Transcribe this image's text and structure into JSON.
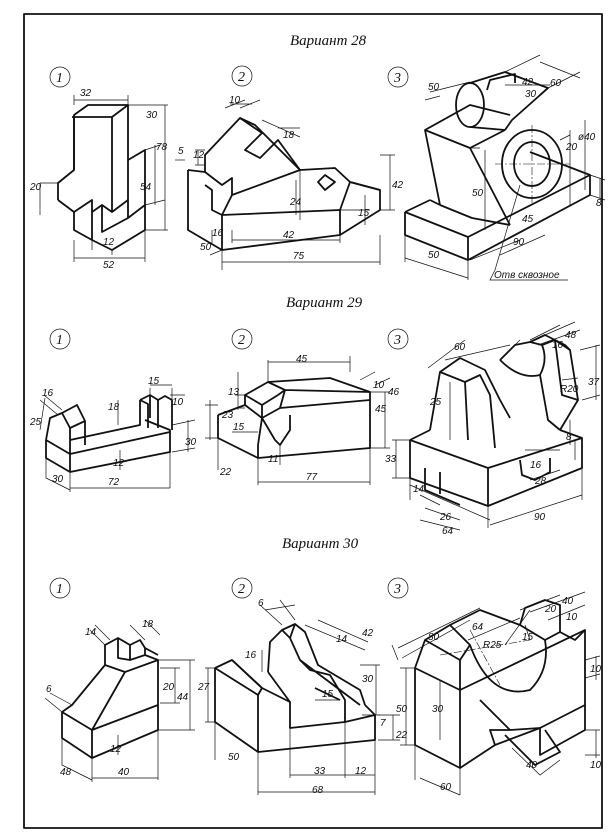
{
  "variants": [
    {
      "title": "Вариант 28",
      "parts": [
        {
          "num": "1",
          "dims": [
            "32",
            "30",
            "20",
            "54",
            "78",
            "12",
            "52"
          ]
        },
        {
          "num": "2",
          "dims": [
            "10",
            "18",
            "12",
            "5",
            "24",
            "42",
            "15",
            "16",
            "50",
            "42",
            "75"
          ]
        },
        {
          "num": "3",
          "dims": [
            "50",
            "42",
            "60",
            "30",
            "20",
            "ø40",
            "50",
            "45",
            "8",
            "90",
            "50"
          ],
          "note": "Отв сквозное"
        }
      ]
    },
    {
      "title": "Вариант 29",
      "parts": [
        {
          "num": "1",
          "dims": [
            "16",
            "25",
            "15",
            "18",
            "10",
            "12",
            "30",
            "30",
            "72"
          ]
        },
        {
          "num": "2",
          "dims": [
            "45",
            "13",
            "10",
            "46",
            "23",
            "15",
            "45",
            "11",
            "22",
            "77"
          ]
        },
        {
          "num": "3",
          "dims": [
            "60",
            "48",
            "16",
            "R20",
            "37",
            "25",
            "33",
            "8",
            "16",
            "28",
            "14",
            "26",
            "64",
            "90"
          ]
        }
      ]
    },
    {
      "title": "Вариант 30",
      "parts": [
        {
          "num": "1",
          "dims": [
            "14",
            "18",
            "6",
            "20",
            "44",
            "12",
            "48",
            "40"
          ]
        },
        {
          "num": "2",
          "dims": [
            "6",
            "16",
            "14",
            "42",
            "27",
            "30",
            "15",
            "7",
            "22",
            "50",
            "33",
            "12",
            "68"
          ]
        },
        {
          "num": "3",
          "dims": [
            "80",
            "64",
            "20",
            "40",
            "10",
            "R25",
            "15",
            "10",
            "50",
            "30",
            "40",
            "10",
            "60"
          ]
        }
      ]
    }
  ]
}
